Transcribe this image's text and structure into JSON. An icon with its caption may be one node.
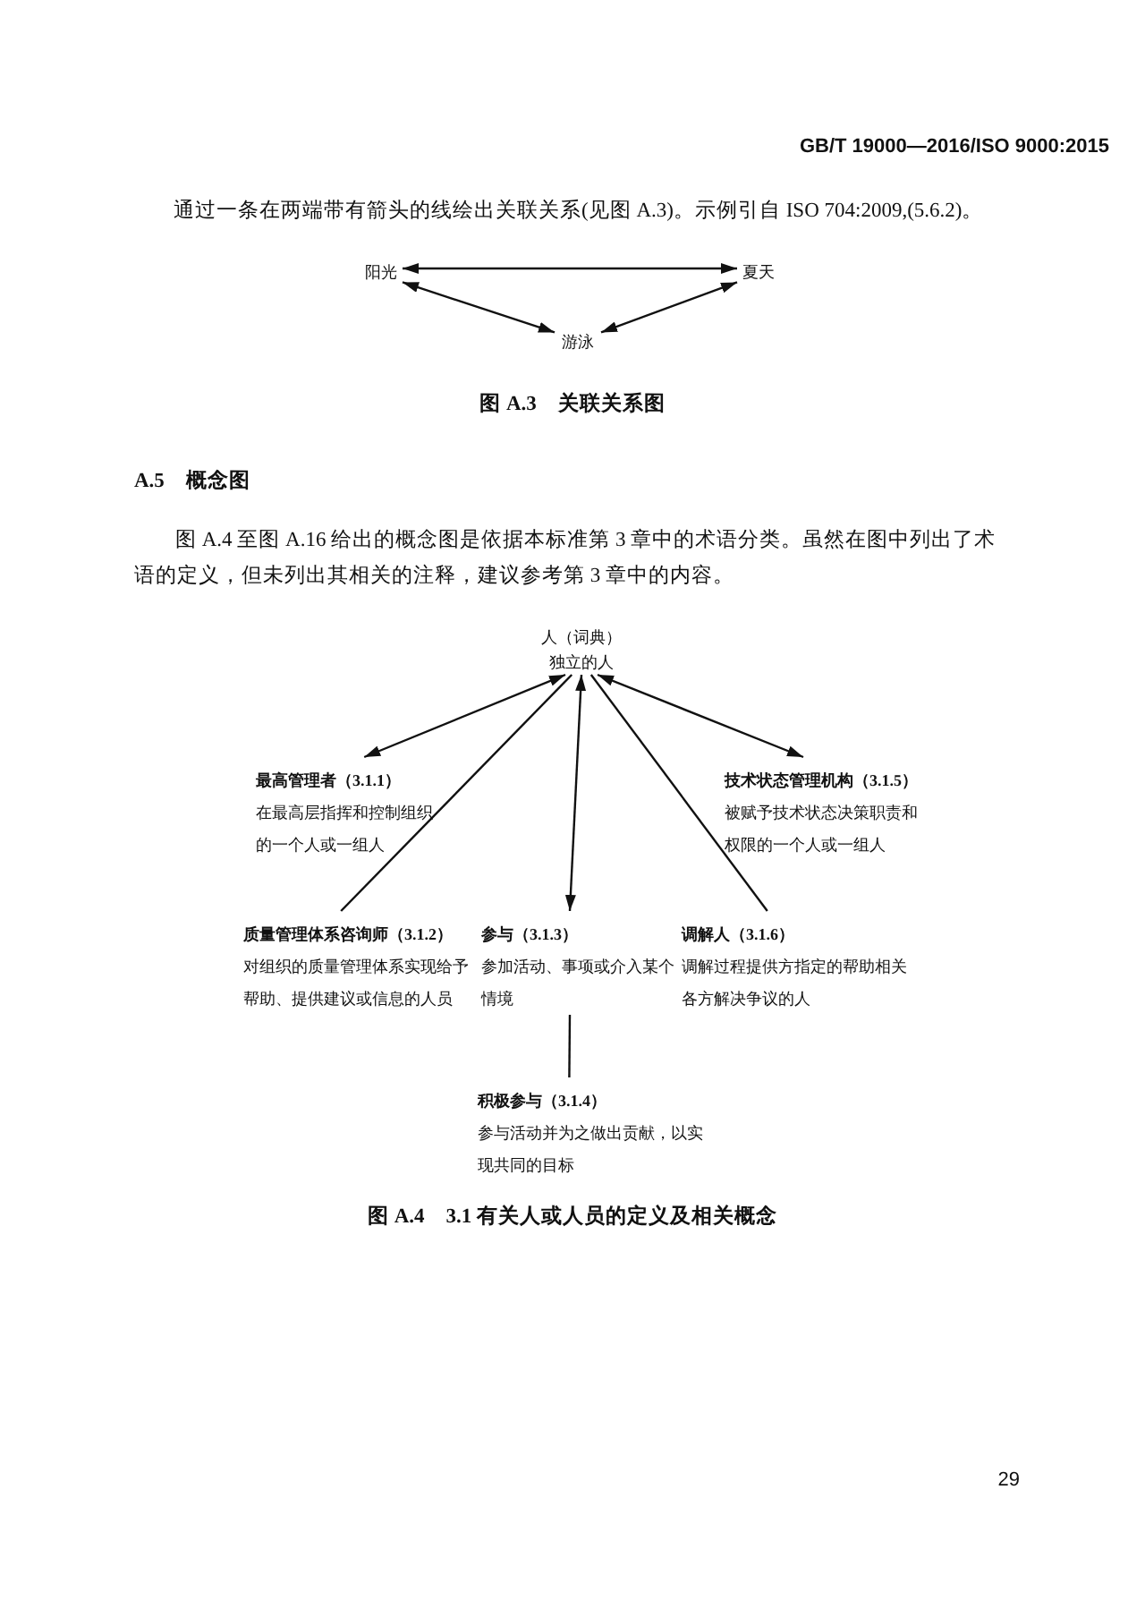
{
  "diagram": {
    "nodes": [
      {
        "text": [
          "阳光"
        ]
      },
      {
        "text": [
          "夏天"
        ]
      },
      {
        "text": [
          "游泳"
        ]
      },
      {
        "text": [
          "人（词典）",
          "独立的人"
        ]
      },
      {
        "text": [
          "最高管理者（3.1.1）",
          "在最高层指挥和控制组织的一个人或一组人"
        ]
      },
      {
        "text": [
          "技术状态管理机构（3.1.5）",
          "被赋予技术状态决策职责和权限的一个人或一组人"
        ]
      },
      {
        "text": [
          "质量管理体系咨询师（3.1.2）",
          "对组织的质量管理体系实现给予帮助、提供建议或信息的人员"
        ]
      },
      {
        "text": [
          "参与（3.1.3）",
          "参加活动、事项或介入某个情境"
        ]
      },
      {
        "text": [
          "调解人（3.1.6）",
          "调解过程提供方指定的帮助相关各方解决争议的人"
        ]
      },
      {
        "text": [
          "积极参与（3.1.4）",
          "参与活动并为之做出贡献，以实现共同的目标"
        ]
      }
    ],
    "edges": [
      {
        "from": 0,
        "to": 1,
        "arrow": "both"
      },
      {
        "from": 0,
        "to": 2,
        "arrow": "both"
      },
      {
        "from": 1,
        "to": 2,
        "arrow": "both"
      },
      {
        "from": 3,
        "to": 4,
        "arrow": "both"
      },
      {
        "from": 3,
        "to": 5,
        "arrow": "both"
      },
      {
        "from": 3,
        "to": 6,
        "arrow": "none"
      },
      {
        "from": 3,
        "to": 7,
        "arrow": "both"
      },
      {
        "from": 3,
        "to": 8,
        "arrow": "none"
      },
      {
        "from": 7,
        "to": 9,
        "arrow": "none"
      }
    ],
    "labels": [
      "GB/T 19000—2016/ISO 9000:2015",
      "通过一条在两端带有箭头的线绘出关联关系(见图 A.3)。示例引自 ISO 704:2009,(5.6.2)。",
      "图 A.3　关联关系图",
      "A.5　概念图",
      "图 A.4 至图 A.16 给出的概念图是依据本标准第 3 章中的术语分类。虽然在图中列出了术语的定义，但未列出其相关的注释，建议参考第 3 章中的内容。",
      "图 A.4　3.1 有关人或人员的定义及相关概念",
      "29"
    ]
  }
}
